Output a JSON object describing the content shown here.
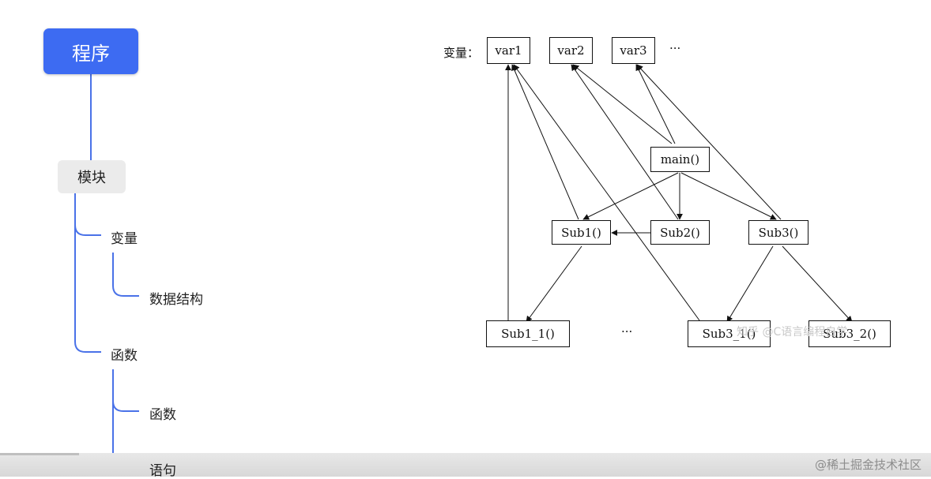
{
  "mindmap": {
    "root": "程序",
    "module": "模块",
    "variables": "变量",
    "data_structures": "数据结构",
    "functions_group": "函数",
    "functions": "函数",
    "statements": "语句"
  },
  "callgraph": {
    "var_label": "变量：",
    "vars": [
      "var1",
      "var2",
      "var3"
    ],
    "var_ellipsis": "···",
    "main": "main()",
    "sub1": "Sub1()",
    "sub2": "Sub2()",
    "sub3": "Sub3()",
    "sub1_1": "Sub1_1()",
    "mid_ellipsis": "···",
    "sub3_1": "Sub3_1()",
    "sub3_2": "Sub3_2()",
    "watermark": "知乎 @C语言编程自学"
  },
  "footer": {
    "site_watermark": "@稀土掘金技术社区",
    "progress": 0.085
  }
}
